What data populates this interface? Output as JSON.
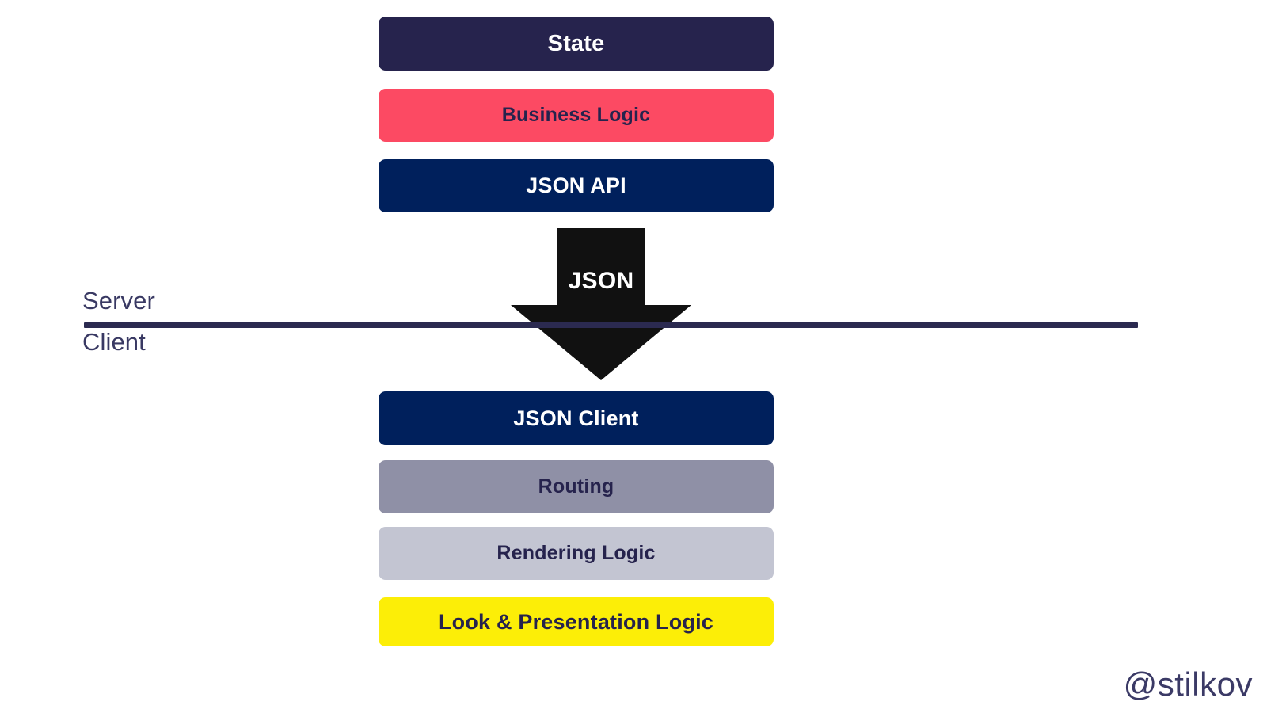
{
  "diagram": {
    "title": "Server / Client JSON architecture stack",
    "server_stack": [
      {
        "label": "State",
        "bg": "#26234d",
        "fg": "#ffffff"
      },
      {
        "label": "Business Logic",
        "bg": "#fc4a63",
        "fg": "#26234d"
      },
      {
        "label": "JSON API",
        "bg": "#00205c",
        "fg": "#ffffff"
      }
    ],
    "client_stack": [
      {
        "label": "JSON Client",
        "bg": "#00205c",
        "fg": "#ffffff"
      },
      {
        "label": "Routing",
        "bg": "#8f90a6",
        "fg": "#26234d"
      },
      {
        "label": "Rendering Logic",
        "bg": "#c3c5d2",
        "fg": "#26234d"
      },
      {
        "label": "Look & Presentation Logic",
        "bg": "#fcee07",
        "fg": "#26234d"
      }
    ],
    "boundary": {
      "above_label": "Server",
      "below_label": "Client",
      "line_color": "#2b2a50"
    },
    "arrow": {
      "label": "JSON",
      "color": "#111111",
      "direction": "down",
      "label_color": "#ffffff"
    }
  },
  "watermark": {
    "handle": "@stilkov",
    "color": "#3b3a66"
  }
}
